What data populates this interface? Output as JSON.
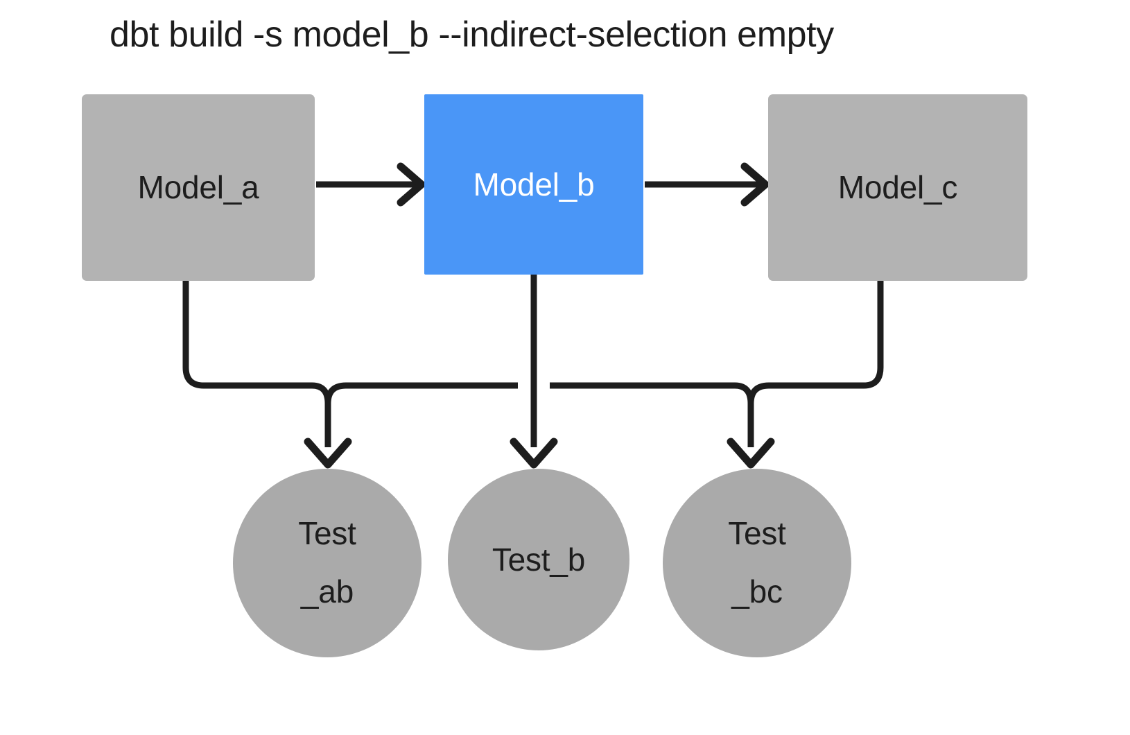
{
  "title": "dbt build -s model_b --indirect-selection empty",
  "colors": {
    "background": "#ffffff",
    "node_gray": "#b3b3b3",
    "circle_gray": "#aaaaaa",
    "selected_blue": "#4a96f7",
    "edge_black": "#1d1d1d",
    "text_dark": "#1d1d1d",
    "text_light": "#ffffff"
  },
  "nodes": {
    "models": [
      {
        "id": "model_a",
        "label": "Model_a",
        "shape": "rectangle",
        "state": "unselected"
      },
      {
        "id": "model_b",
        "label": "Model_b",
        "shape": "rectangle",
        "state": "selected"
      },
      {
        "id": "model_c",
        "label": "Model_c",
        "shape": "rectangle",
        "state": "unselected"
      }
    ],
    "tests": [
      {
        "id": "test_ab",
        "label_line1": "Test",
        "label_line2": "_ab",
        "shape": "circle",
        "state": "unselected"
      },
      {
        "id": "test_b",
        "label_line1": "Test_b",
        "label_line2": "",
        "shape": "circle",
        "state": "unselected"
      },
      {
        "id": "test_bc",
        "label_line1": "Test",
        "label_line2": "_bc",
        "shape": "circle",
        "state": "unselected"
      }
    ]
  },
  "edges": [
    {
      "from": "model_a",
      "to": "model_b",
      "style": "straight-arrow"
    },
    {
      "from": "model_b",
      "to": "model_c",
      "style": "straight-arrow"
    },
    {
      "from": "model_a",
      "to": "test_ab",
      "style": "orthogonal-arrow"
    },
    {
      "from": "model_b",
      "to": "test_ab",
      "style": "orthogonal-arrow"
    },
    {
      "from": "model_b",
      "to": "test_b",
      "style": "orthogonal-arrow"
    },
    {
      "from": "model_b",
      "to": "test_bc",
      "style": "orthogonal-arrow"
    },
    {
      "from": "model_c",
      "to": "test_bc",
      "style": "orthogonal-arrow"
    }
  ]
}
